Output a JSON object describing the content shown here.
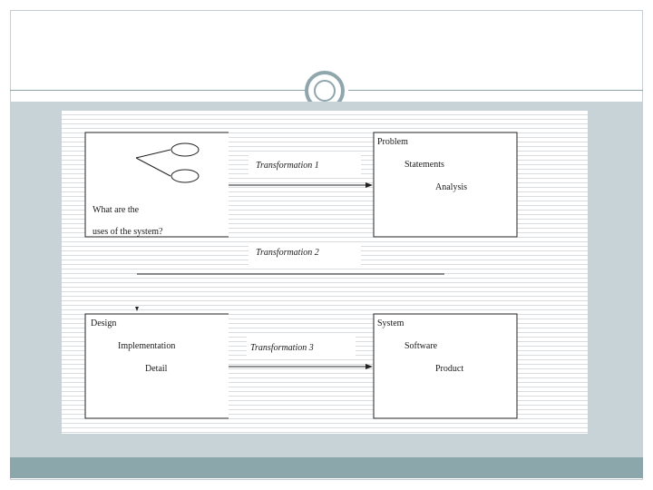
{
  "slide": {
    "colors": {
      "accent": "#8fa6ad",
      "band": "#c8d3d7",
      "bar": "#8ca7ab"
    }
  },
  "diagram": {
    "usecase_box": {
      "line1": "What are the",
      "line2": "uses of the system?"
    },
    "problem_box": {
      "title": "Problem",
      "line2": "Statements",
      "line3": "Analysis"
    },
    "design_box": {
      "title": "Design",
      "line2": "Implementation",
      "line3": "Detail"
    },
    "system_box": {
      "title": "System",
      "line2": "Software",
      "line3": "Product"
    },
    "transformations": [
      "Transformation 1",
      "Transformation 2",
      "Transformation 3"
    ]
  }
}
